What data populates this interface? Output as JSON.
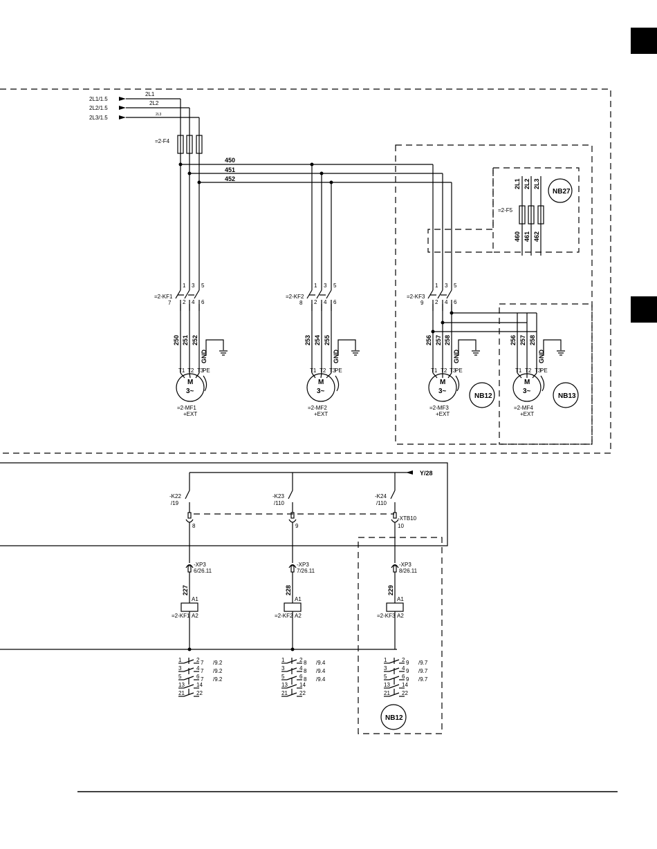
{
  "supply": {
    "inputs": [
      "2L1/1.5",
      "2L2/1.5",
      "2L3/1.5"
    ],
    "wires": [
      "2L1",
      "2L2",
      "2L3"
    ],
    "fuse": "=2-F4",
    "buses": [
      "450",
      "451",
      "452"
    ]
  },
  "fuse_box": {
    "phases": [
      "2L1",
      "2L2",
      "2L3"
    ],
    "fuse": "=2-F5",
    "outputs": [
      "460",
      "461",
      "462"
    ],
    "badge": "NB27"
  },
  "motor_circuits": [
    {
      "contactor": "=2-KF1",
      "sheet": "7",
      "top": [
        "1",
        "3",
        "5"
      ],
      "bottom": [
        "2",
        "4",
        "6"
      ],
      "wires": [
        "250",
        "251",
        "252"
      ],
      "gnd": "GND",
      "terminals": [
        "T1",
        "T2",
        "T3",
        "PE"
      ],
      "motor": "M",
      "motor_sub": "3~",
      "tag": "=2-MF1",
      "loc": "+EXT"
    },
    {
      "contactor": "=2-KF2",
      "sheet": "8",
      "top": [
        "1",
        "3",
        "5"
      ],
      "bottom": [
        "2",
        "4",
        "6"
      ],
      "wires": [
        "253",
        "254",
        "255"
      ],
      "gnd": "GND",
      "terminals": [
        "T1",
        "T2",
        "T3",
        "PE"
      ],
      "motor": "M",
      "motor_sub": "3~",
      "tag": "=2-MF2",
      "loc": "+EXT"
    },
    {
      "contactor": "=2-KF3",
      "sheet": "9",
      "top": [
        "1",
        "3",
        "5"
      ],
      "bottom": [
        "2",
        "4",
        "6"
      ],
      "wires": [
        "256",
        "257",
        "258"
      ],
      "gnd": "GND",
      "terminals": [
        "T1",
        "T2",
        "T3",
        "PE"
      ],
      "motor": "M",
      "motor_sub": "3~",
      "tag": "=2-MF3",
      "loc": "+EXT",
      "badge": "NB12"
    },
    {
      "wires": [
        "256",
        "257",
        "258"
      ],
      "gnd": "GND",
      "terminals": [
        "T1",
        "T2",
        "T3",
        "PE"
      ],
      "motor": "M",
      "motor_sub": "3~",
      "tag": "=2-MF4",
      "loc": "+EXT",
      "badge": "NB13"
    }
  ],
  "control": {
    "ref": "Y/28",
    "branches": [
      {
        "relay": "-K22",
        "relay_ref": "/19",
        "terminal_no": "8",
        "xp": "-XP3",
        "xp_ref": "6/26.11",
        "wire": "227",
        "coil": "=2-KF1",
        "a1": "A1",
        "a2": "A2",
        "contacts": [
          [
            "1",
            "2",
            "7",
            "/9.2"
          ],
          [
            "3",
            "4",
            "7",
            "/9.2"
          ],
          [
            "5",
            "6",
            "7",
            "/9.2"
          ],
          [
            "13",
            "14",
            "",
            ""
          ],
          [
            "21",
            "22",
            "",
            ""
          ]
        ]
      },
      {
        "relay": "-K23",
        "relay_ref": "/110",
        "terminal_no": "9",
        "xp": "-XP3",
        "xp_ref": "7/26.11",
        "wire": "228",
        "coil": "=2-KF2",
        "a1": "A1",
        "a2": "A2",
        "contacts": [
          [
            "1",
            "2",
            "8",
            "/9.4"
          ],
          [
            "3",
            "4",
            "8",
            "/9.4"
          ],
          [
            "5",
            "6",
            "8",
            "/9.4"
          ],
          [
            "13",
            "14",
            "",
            ""
          ],
          [
            "21",
            "22",
            "",
            ""
          ]
        ]
      },
      {
        "relay": "-K24",
        "relay_ref": "/110",
        "terminal_label": "-XTB10",
        "terminal_no": "10",
        "xp": "-XP3",
        "xp_ref": "8/26.11",
        "wire": "229",
        "coil": "=2-KF3",
        "a1": "A1",
        "a2": "A2",
        "contacts": [
          [
            "1",
            "2",
            "9",
            "/9.7"
          ],
          [
            "3",
            "4",
            "9",
            "/9.7"
          ],
          [
            "5",
            "6",
            "9",
            "/9.7"
          ],
          [
            "13",
            "14",
            "",
            ""
          ],
          [
            "21",
            "22",
            "",
            ""
          ]
        ],
        "badge": "NB12"
      }
    ]
  }
}
